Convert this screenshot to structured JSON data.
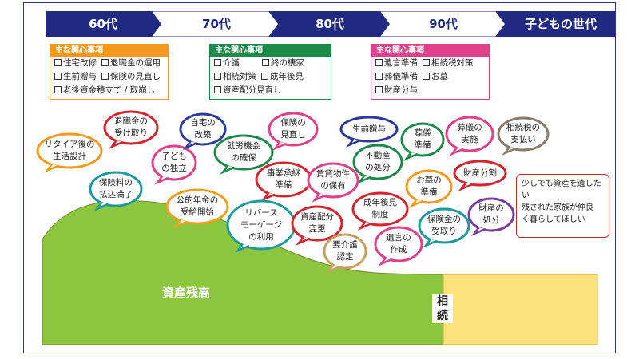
{
  "ages": [
    "60代",
    "70代",
    "80代",
    "90代",
    "子どもの世代"
  ],
  "colors": {
    "navy": "#1f2a80",
    "orange": "#f39a1e",
    "green": "#1e8a4a",
    "pink": "#e0408a",
    "fill_green": "#8cc63f",
    "fill_yellow": "#fbe27a",
    "red": "#c8262e"
  },
  "concern_boxes": [
    {
      "title": "主な関心事項",
      "rows": [
        [
          "住宅改修",
          "退職金の運用"
        ],
        [
          "生前贈与",
          "保険の見直し"
        ],
        [
          "老後資金積立て / 取崩し"
        ]
      ]
    },
    {
      "title": "主な関心事項",
      "rows": [
        [
          "介護",
          "終の棲家"
        ],
        [
          "相続対策",
          "成年後見"
        ],
        [
          "資産配分見直し"
        ]
      ]
    },
    {
      "title": "主な関心事項",
      "rows": [
        [
          "遺言準備",
          "相続税対策"
        ],
        [
          "葬儀準備",
          "お墓"
        ],
        [
          "財産分与"
        ]
      ]
    }
  ],
  "bubbles": [
    {
      "text": "リタイア後の\n生活設計",
      "color": "#f39a1e"
    },
    {
      "text": "退職金の\n受け取り",
      "color": "#d6242f"
    },
    {
      "text": "子ども\nの独立",
      "color": "#e0408a"
    },
    {
      "text": "保険料の\n払込満了",
      "color": "#1e9a9a"
    },
    {
      "text": "自宅の\n改築",
      "color": "#2b3a9a"
    },
    {
      "text": "就労機会\nの確保",
      "color": "#1e8a4a"
    },
    {
      "text": "公的年金の\n受給開始",
      "color": "#f0a020"
    },
    {
      "text": "保険の\n見直し",
      "color": "#e0408a"
    },
    {
      "text": "事業承継\n準備",
      "color": "#d6242f"
    },
    {
      "text": "賃貸物件\nの保有",
      "color": "#e0408a"
    },
    {
      "text": "リバース\nモーゲージ\nの利用",
      "color": "#1e9a9a"
    },
    {
      "text": "資産配分\n変更",
      "color": "#d6242f"
    },
    {
      "text": "生前贈与",
      "color": "#2b3a9a"
    },
    {
      "text": "不動産\nの処分",
      "color": "#1e8a4a"
    },
    {
      "text": "成年後見\n制度",
      "color": "#d6242f"
    },
    {
      "text": "要介護\n認定",
      "color": "#c8a060"
    },
    {
      "text": "遺言の\n作成",
      "color": "#e0408a"
    },
    {
      "text": "葬儀\n準備",
      "color": "#1e8a4a"
    },
    {
      "text": "葬儀の\n実施",
      "color": "#e0408a"
    },
    {
      "text": "相続税の\n支払い",
      "color": "#8a7a6a"
    },
    {
      "text": "お墓の\n準備",
      "color": "#f39a1e"
    },
    {
      "text": "財産分割",
      "color": "#d6242f"
    },
    {
      "text": "保険金の\n受取り",
      "color": "#1e9a9a"
    },
    {
      "text": "財産の\n処分",
      "color": "#7a3ea0"
    }
  ],
  "note": "少しでも資産を遺した\nい\n残された家族が仲良\nく暮らしてほしい",
  "asset_label": "資産残高",
  "inheritance_label": "相\n続"
}
